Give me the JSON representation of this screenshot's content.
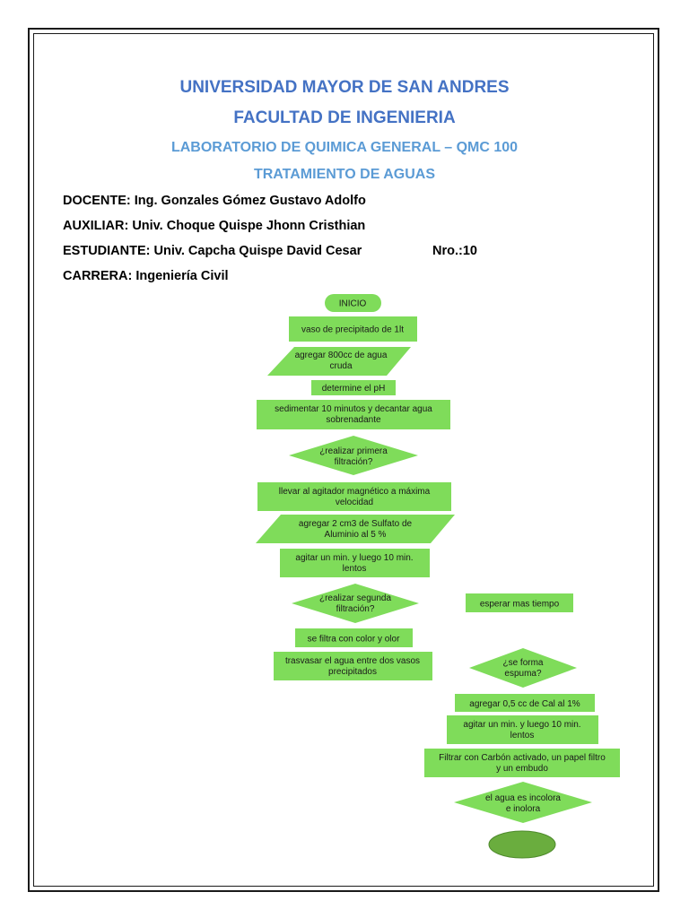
{
  "header": {
    "university": "UNIVERSIDAD MAYOR DE SAN ANDRES",
    "faculty": "FACULTAD DE INGENIERIA",
    "lab": "LABORATORIO DE QUIMICA GENERAL – QMC 100",
    "topic": "TRATAMIENTO DE AGUAS"
  },
  "info": {
    "docente": "DOCENTE: Ing. Gonzales Gómez Gustavo Adolfo",
    "auxiliar": "AUXILIAR: Univ. Choque Quispe Jhonn Cristhian",
    "estudiante": "ESTUDIANTE: Univ. Capcha Quispe David Cesar",
    "nro": "Nro.:10",
    "carrera": "CARRERA: Ingeniería Civil"
  },
  "colors": {
    "flow_fill": "#7fdc5a",
    "end_fill": "#6aad3e"
  },
  "flowchart": {
    "inicio": "INICIO",
    "vaso": "vaso de precipitado de 1lt",
    "agregar_agua": [
      "agregar 800cc de agua",
      "cruda"
    ],
    "ph": "determine el pH",
    "sedimentar": [
      "sedimentar 10 minutos y decantar agua",
      "sobrenadante"
    ],
    "primera": [
      "¿realizar primera",
      "filtración?"
    ],
    "agitador": [
      "llevar al agitador magnético a máxima",
      "velocidad"
    ],
    "sulfato": [
      "agregar 2 cm3 de Sulfato de",
      "Aluminio al 5 %"
    ],
    "agitar1": [
      "agitar un min. y luego 10 min.",
      "lentos"
    ],
    "segunda": [
      "¿realizar segunda",
      "filtración?"
    ],
    "esperar": "esperar mas tiempo",
    "filtra_color": "se filtra con color y olor",
    "trasvasar": [
      "trasvasar el agua entre dos vasos",
      "precipitados"
    ],
    "espuma": [
      "¿se forma",
      "espuma?"
    ],
    "cal": "agregar 0,5 cc de Cal al 1%",
    "agitar2": [
      "agitar un min. y luego 10 min.",
      "lentos"
    ],
    "carbon": [
      "Filtrar con Carbón activado, un papel filtro",
      "y un embudo"
    ],
    "incolora": [
      "el agua es incolora",
      "e inolora"
    ]
  }
}
